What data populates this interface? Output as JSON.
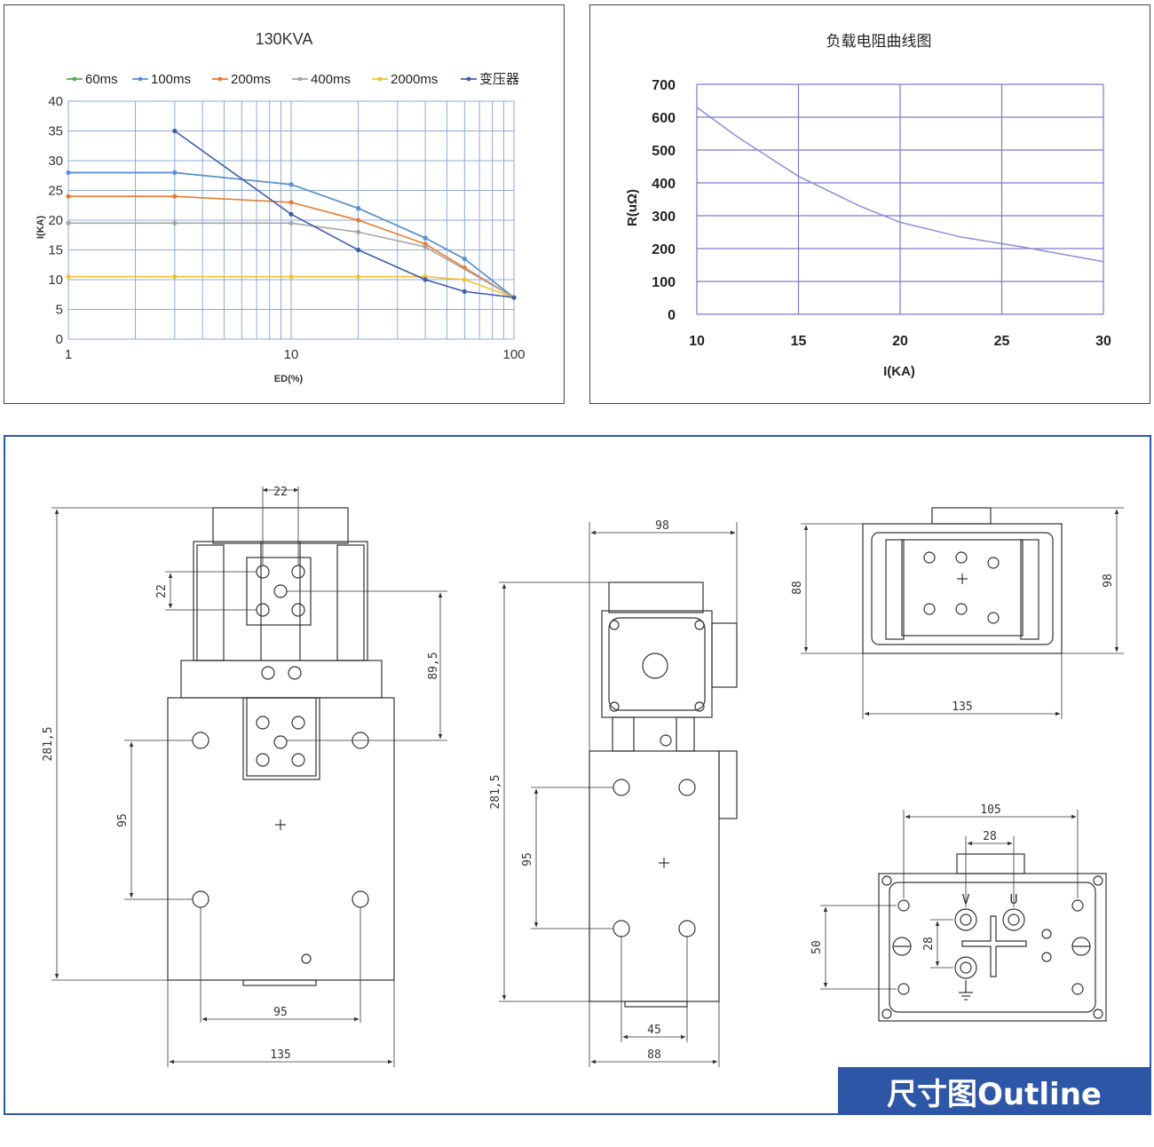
{
  "chart_data": [
    {
      "type": "line",
      "title": "130KVA",
      "xlabel": "ED(%)",
      "ylabel": "I(KA)",
      "xscale": "log",
      "xlim": [
        1,
        100
      ],
      "ylim": [
        0,
        40
      ],
      "x_ticks": [
        "1",
        "10",
        "100"
      ],
      "y_ticks": [
        "0",
        "5",
        "10",
        "15",
        "20",
        "25",
        "30",
        "35",
        "40"
      ],
      "grid": true,
      "legend_position": "top",
      "series": [
        {
          "name": "60ms",
          "color": "#4daf4a",
          "x": [
            1,
            3,
            10,
            20,
            40,
            60,
            100
          ],
          "y": [
            28,
            28,
            26,
            22,
            17,
            13.5,
            7
          ]
        },
        {
          "name": "100ms",
          "color": "#5b8fd6",
          "x": [
            1,
            3,
            10,
            20,
            40,
            60,
            100
          ],
          "y": [
            28,
            28,
            26,
            22,
            17,
            13.5,
            7
          ]
        },
        {
          "name": "200ms",
          "color": "#e87a2c",
          "x": [
            1,
            3,
            10,
            20,
            40,
            60,
            100
          ],
          "y": [
            24,
            24,
            23,
            20,
            16,
            12,
            7
          ]
        },
        {
          "name": "400ms",
          "color": "#a5a5a5",
          "x": [
            1,
            3,
            10,
            20,
            40,
            100
          ],
          "y": [
            19.5,
            19.5,
            19.5,
            18,
            15.5,
            7
          ]
        },
        {
          "name": "2000ms",
          "color": "#f2c12e",
          "x": [
            1,
            3,
            10,
            20,
            40,
            60,
            100
          ],
          "y": [
            10.5,
            10.5,
            10.5,
            10.5,
            10.5,
            10,
            7
          ]
        },
        {
          "name": "变压器",
          "color": "#3f5ea8",
          "x": [
            3,
            10,
            20,
            40,
            60,
            100
          ],
          "y": [
            35,
            21,
            15,
            10,
            8,
            7
          ]
        }
      ]
    },
    {
      "type": "line",
      "title": "负载电阻曲线图",
      "xlabel": "I(KA)",
      "ylabel": "R(uΩ)",
      "xlim": [
        10,
        30
      ],
      "ylim": [
        0,
        700
      ],
      "x_ticks": [
        "10",
        "15",
        "20",
        "25",
        "30"
      ],
      "y_ticks": [
        "0",
        "100",
        "200",
        "300",
        "400",
        "500",
        "600",
        "700"
      ],
      "grid": true,
      "series": [
        {
          "color": "#8b8fd6",
          "x": [
            10,
            12,
            15,
            18,
            20,
            23,
            26,
            30
          ],
          "y": [
            630,
            540,
            420,
            330,
            280,
            235,
            205,
            160
          ]
        }
      ]
    }
  ],
  "outline": {
    "banner": "尺寸图Outline",
    "front": {
      "d_top": "22",
      "d_left_small": "22",
      "d_right": "89,5",
      "d_height": "281,5",
      "d_side": "95",
      "d_bottom_inner": "95",
      "d_bottom": "135"
    },
    "side": {
      "d_top": "98",
      "d_height": "281,5",
      "d_side": "95",
      "d_bottom_inner": "45",
      "d_bottom": "88"
    },
    "top": {
      "d_left": "88",
      "d_right": "98",
      "d_bottom": "135"
    },
    "bottom": {
      "d_top": "105",
      "d_inner": "28",
      "d_left": "50",
      "d_small": "28",
      "label_v": "V",
      "label_u": "U"
    }
  },
  "colors": {
    "accent": "#2d56a6",
    "grid": "#8eaadb",
    "grid2": "#7a7acb",
    "drawing": "#333333"
  }
}
